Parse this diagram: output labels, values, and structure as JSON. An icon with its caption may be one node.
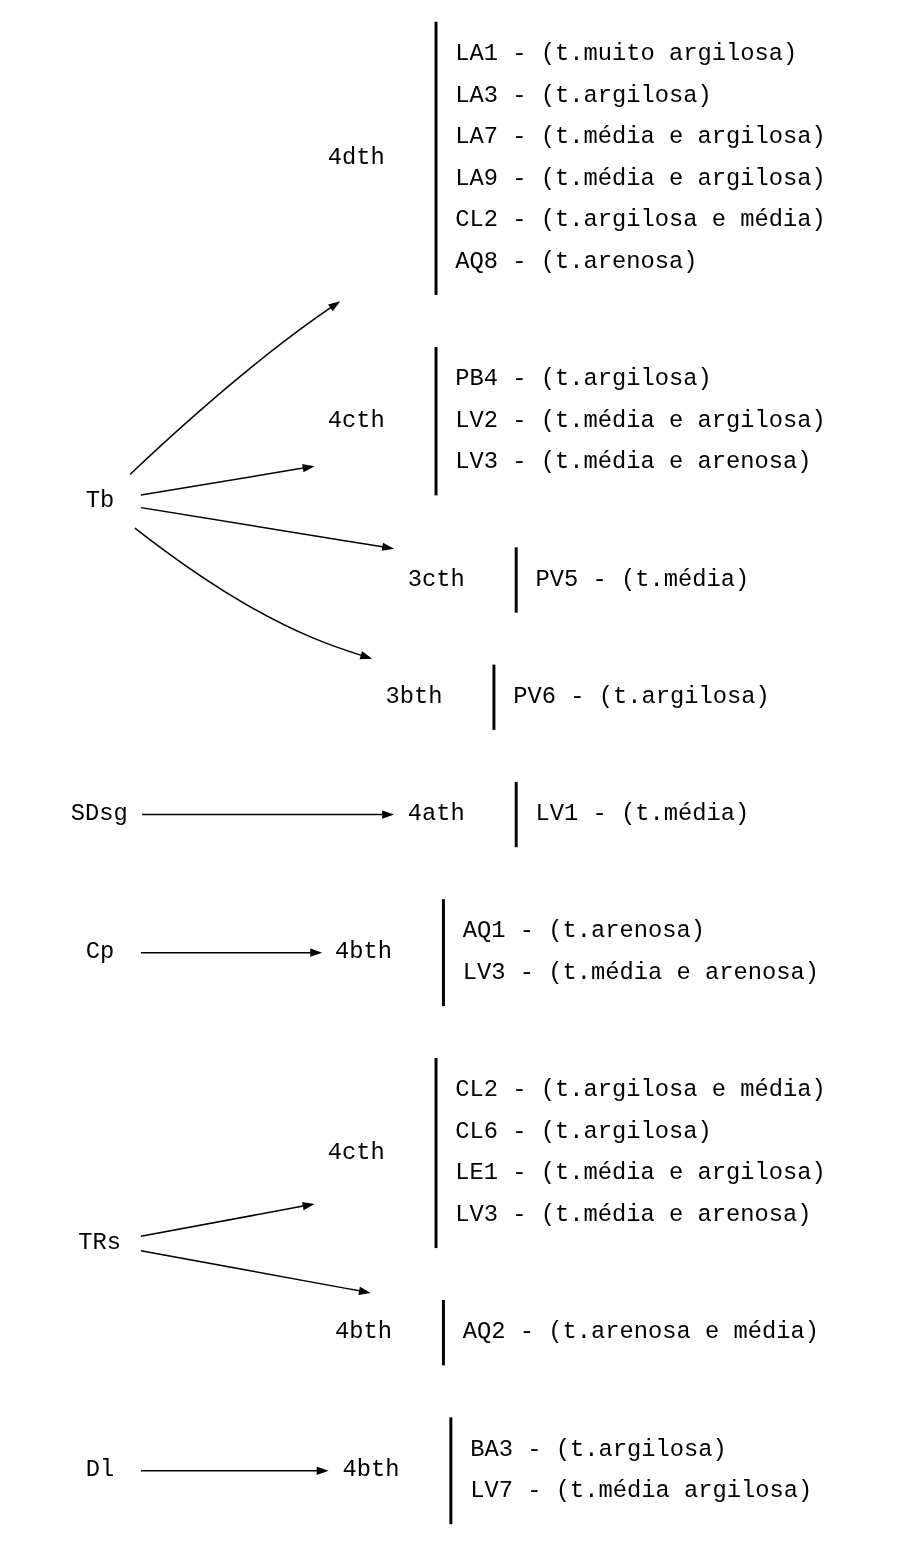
{
  "diagram": {
    "nodes": [
      {
        "text": [
          "Tb"
        ]
      },
      {
        "text": [
          "3bth",
          "PV6 - (t.argilosa)"
        ]
      },
      {
        "text": [
          "3cth",
          "PV5 - (t.média)"
        ]
      },
      {
        "text": [
          "4cth",
          "PB4 - (t.argilosa)",
          "LV2 - (t.média e argilosa)",
          "LV3 - (t.média e arenosa)"
        ]
      },
      {
        "text": [
          "4dth",
          "LA1 - (t.muito argilosa)",
          "LA3 - (t.argilosa)",
          "LA7 - (t.média e argilosa)",
          "LA9 - (t.média e argilosa)",
          "CL2 - (t.argilosa e média)",
          "AQ8 - (t.arenosa)"
        ]
      },
      {
        "text": [
          "SDsg"
        ]
      },
      {
        "text": [
          "4ath",
          "LV1 - (t.média)"
        ]
      },
      {
        "text": [
          "Cp"
        ]
      },
      {
        "text": [
          "4bth",
          "AQ1 - (t.arenosa)",
          "LV3 - (t.média e arenosa)"
        ]
      },
      {
        "text": [
          "TRs"
        ]
      },
      {
        "text": [
          "4bth",
          "AQ2 - (t.arenosa e média)"
        ]
      },
      {
        "text": [
          "4cth",
          "CL2 - (t.argilosa e média)",
          "CL6 - (t.argilosa)",
          "LE1 - (t.média e argilosa)",
          "LV3 - (t.média e arenosa)"
        ]
      },
      {
        "text": [
          "Dl"
        ]
      },
      {
        "text": [
          "4bth",
          "BA3 - (t.argilosa)",
          "LV7 - (t.média argilosa)"
        ]
      }
    ],
    "edges": [
      {
        "from": 0,
        "to": 1,
        "arrow": "to"
      },
      {
        "from": 0,
        "to": 2,
        "arrow": "to"
      },
      {
        "from": 0,
        "to": 3,
        "arrow": "to"
      },
      {
        "from": 0,
        "to": 4,
        "arrow": "to"
      },
      {
        "from": 5,
        "to": 6,
        "arrow": "to"
      },
      {
        "from": 7,
        "to": 8,
        "arrow": "to"
      },
      {
        "from": 9,
        "to": 10,
        "arrow": "to"
      },
      {
        "from": 9,
        "to": 11,
        "arrow": "to"
      },
      {
        "from": 12,
        "to": 13,
        "arrow": "to"
      }
    ]
  }
}
